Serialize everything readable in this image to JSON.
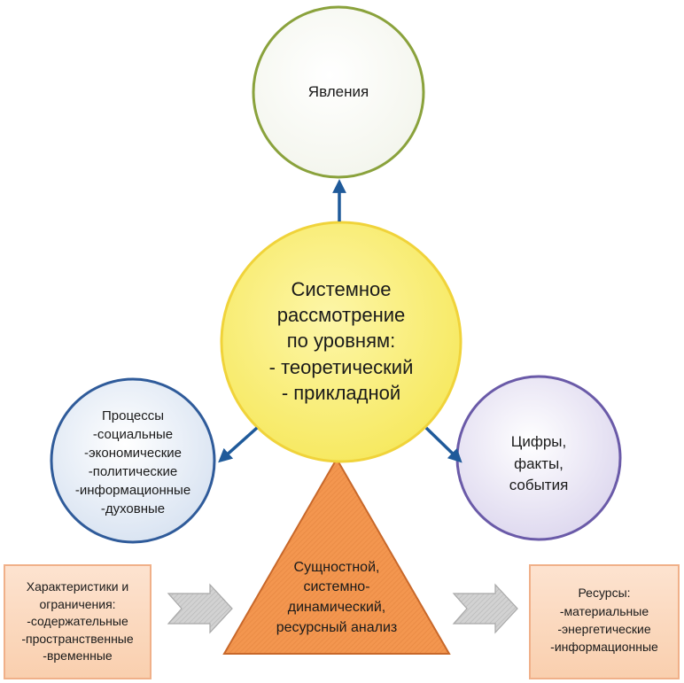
{
  "colors": {
    "top_circle_border": "#8aa23c",
    "center_circle_fill": "#f8ee74",
    "center_circle_border": "#f0d33a",
    "left_circle_border": "#2f5b9a",
    "right_circle_border": "#6a5aa8",
    "triangle_fill": "#f1924a",
    "triangle_border": "#c8682a",
    "box_fill": "#fbd7bd",
    "box_border": "#f0b089",
    "connector_arrow": "#1f5a9a",
    "flow_arrow": "#b8b8b8"
  },
  "nodes": {
    "top": {
      "lines": [
        "Явления"
      ]
    },
    "center": {
      "lines": [
        "Системное",
        "рассмотрение",
        "по уровням:",
        "- теоретический",
        "- прикладной"
      ]
    },
    "left": {
      "lines": [
        "Процессы",
        "-социальные",
        "-экономические",
        "-политические",
        "-информационные",
        "-духовные"
      ]
    },
    "right": {
      "lines": [
        "Цифры,",
        "факты,",
        "события"
      ]
    },
    "triangle": {
      "lines": [
        "Сущностной,",
        "системно-",
        "динамический,",
        "ресурсный анализ"
      ]
    },
    "left_box": {
      "lines": [
        "Характеристики и",
        "ограничения:",
        "-содержательные",
        "-пространственные",
        "-временные"
      ]
    },
    "right_box": {
      "lines": [
        "Ресурсы:",
        "-материальные",
        "-энергетические",
        "-информационные"
      ]
    }
  }
}
